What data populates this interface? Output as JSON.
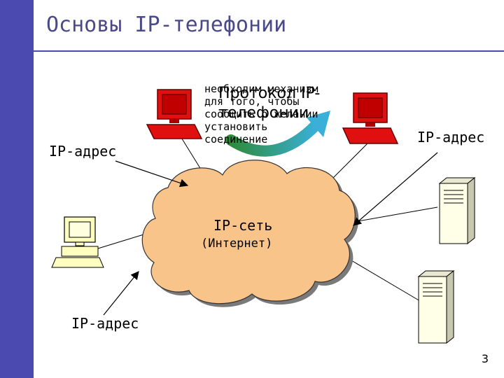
{
  "slide": {
    "title": "Основы IP-телефонии",
    "page_number": "3"
  },
  "labels": {
    "ip_address_left": "IP-адрес",
    "ip_address_right": "IP-адрес",
    "ip_address_bottom": "IP-адрес",
    "network": "IP-сеть",
    "network_sub": "(Интернет)",
    "protocol": "Протокол IP-\nтелефонии",
    "mechanism_note": "необходим механизм\nдля того, чтобы\nсообщить о желании\nустановить\nсоединение"
  },
  "colors": {
    "accent_bar": "#4a4ab0",
    "cloud_fill": "#f9c48a",
    "computer_red": "#e01010",
    "arrow_green_start": "#2e8b3a",
    "arrow_green_end": "#3ab0d8"
  }
}
